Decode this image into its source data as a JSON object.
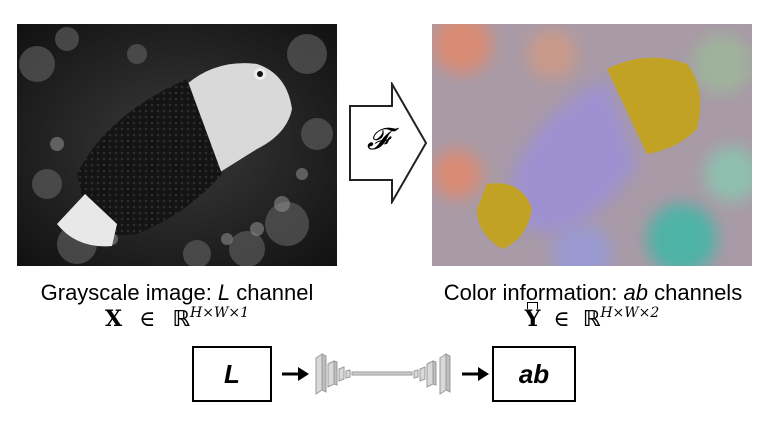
{
  "left_caption": {
    "prefix": "Grayscale image: ",
    "channel": "L",
    "suffix": " channel"
  },
  "left_math": {
    "symbol": "X",
    "in": "∈",
    "space": "ℝ",
    "exponent": "H×W×1"
  },
  "right_caption": {
    "prefix": "Color information: ",
    "channel": "ab",
    "suffix": " channels"
  },
  "right_math": {
    "symbol": "Y",
    "in": "∈",
    "space": "ℝ",
    "exponent": "H×W×2"
  },
  "operator": "𝓕",
  "input_box": "L",
  "output_box": "ab",
  "colors": {
    "arrow_stroke": "#222222",
    "net_gray": "#cfcfcf",
    "ab_background": "#a89aa6"
  }
}
